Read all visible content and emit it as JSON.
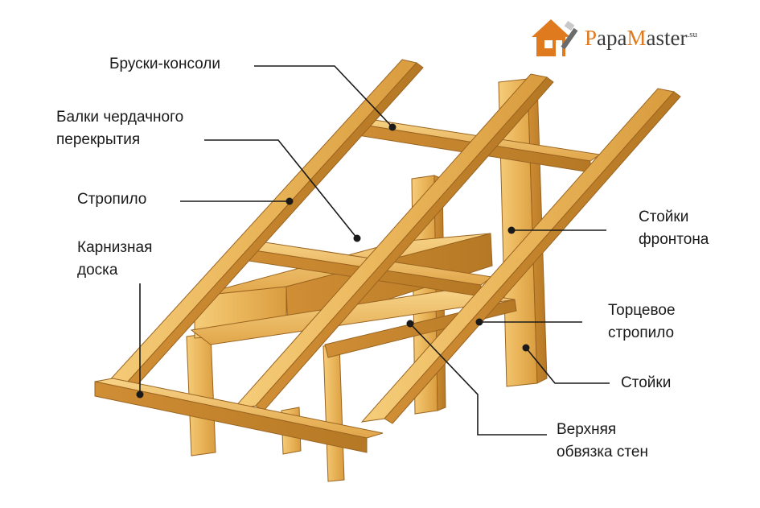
{
  "logo": {
    "part1_cap": "P",
    "part1_rest": "apa",
    "part2_cap": "M",
    "part2_rest": "aster",
    "suffix": ".su",
    "icon": "house-brush-icon",
    "accent": "#e07a1f"
  },
  "labels": {
    "bruski": "Бруски-консоли",
    "balki_line1": "Балки чердачного",
    "balki_line2": "перекрытия",
    "stropilo": "Стропило",
    "karniz_line1": "Карнизная",
    "karniz_line2": "доска",
    "stoyki_frontona_line1": "Стойки",
    "stoyki_frontona_line2": "фронтона",
    "tortsevoe_line1": "Торцевое",
    "tortsevoe_line2": "стропило",
    "stoyki": "Стойки",
    "verkhnyaya_line1": "Верхняя",
    "verkhnyaya_line2": "обвязка стен"
  },
  "colors": {
    "wood_light": "#f2c46a",
    "wood_mid": "#e3a94a",
    "wood_dark": "#c0832c",
    "wood_edge": "#9a6420",
    "leader": "#1a1a1a"
  }
}
